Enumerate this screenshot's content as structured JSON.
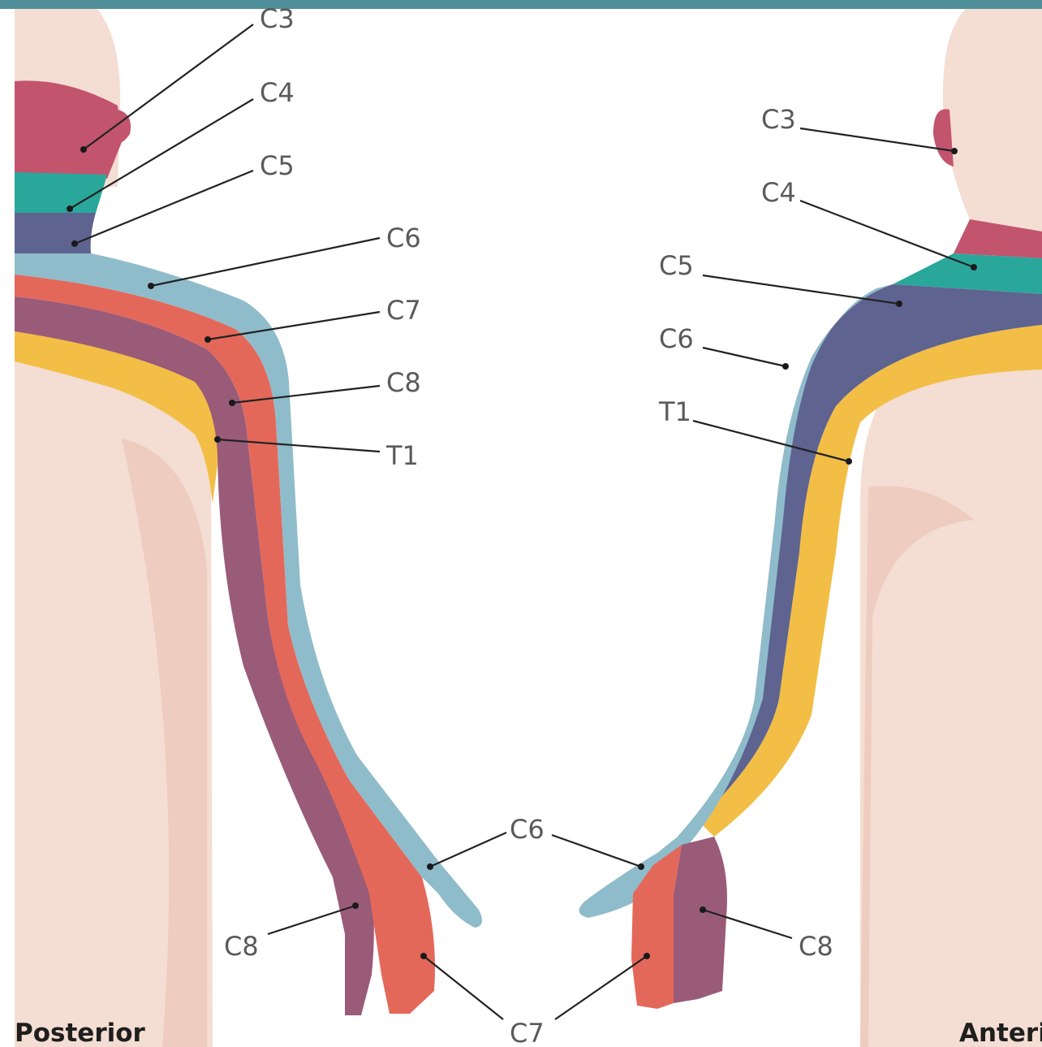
{
  "colors": {
    "header_bar": "#4f8f99",
    "skin": "#f4ddd2",
    "skin_shade": "#e9c2b2",
    "C3": "#c2546e",
    "C4": "#2aa79b",
    "C5": "#5e6390",
    "C6": "#8fbccb",
    "C7": "#e4685a",
    "C8": "#9a5b79",
    "T1": "#f2be46"
  },
  "views": {
    "posterior": "Posterior",
    "anterior": "Anteri"
  },
  "labels": {
    "post_c3": "C3",
    "post_c4": "C4",
    "post_c5": "C5",
    "post_c6": "C6",
    "post_c7": "C7",
    "post_c8": "C8",
    "post_t1": "T1",
    "ant_c3": "C3",
    "ant_c4": "C4",
    "ant_c5": "C5",
    "ant_c6": "C6",
    "ant_t1": "T1",
    "hand_c6": "C6",
    "hand_c7": "C7",
    "post_hand_c8": "C8",
    "ant_hand_c8": "C8"
  }
}
